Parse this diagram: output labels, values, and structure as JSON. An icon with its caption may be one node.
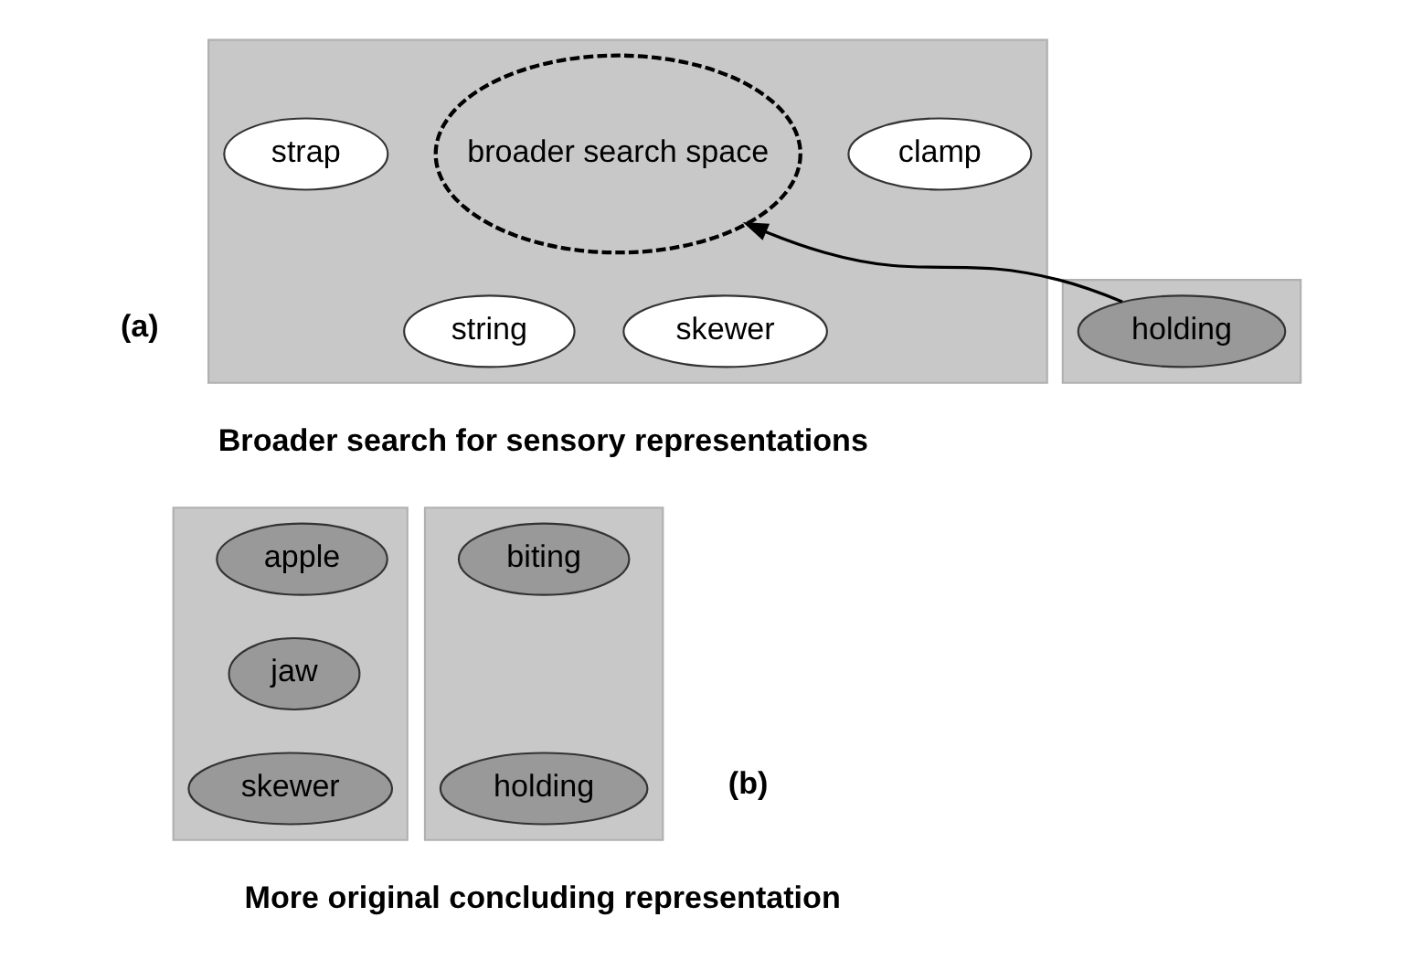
{
  "diagram": {
    "nodes": [
      {
        "text": [],
        "shape": "box"
      },
      {
        "text": [
          "broader search space"
        ],
        "in": 0
      },
      {
        "text": [
          "clamp"
        ],
        "in": 0
      },
      {
        "text": [
          "strap"
        ],
        "in": 0
      },
      {
        "text": [
          "string"
        ],
        "in": 0
      },
      {
        "text": [
          "skewer"
        ],
        "in": 0
      },
      {
        "text": [],
        "shape": "box"
      },
      {
        "text": [
          "holding"
        ],
        "in": 6
      },
      {
        "text": [],
        "shape": "box"
      },
      {
        "text": [
          "apple"
        ],
        "in": 8
      },
      {
        "text": [
          "jaw"
        ],
        "in": 8
      },
      {
        "text": [
          "skewer"
        ],
        "in": 8
      },
      {
        "text": [],
        "shape": "box"
      },
      {
        "text": [
          "biting"
        ],
        "in": 12
      },
      {
        "text": [
          "holding"
        ],
        "in": 12
      }
    ],
    "edges": [
      {
        "from": 7,
        "to": 1,
        "arrow": "to"
      }
    ],
    "labels": [
      "(a)",
      "Broader search for sensory representations",
      "(b)",
      "More original concluding representation"
    ]
  }
}
